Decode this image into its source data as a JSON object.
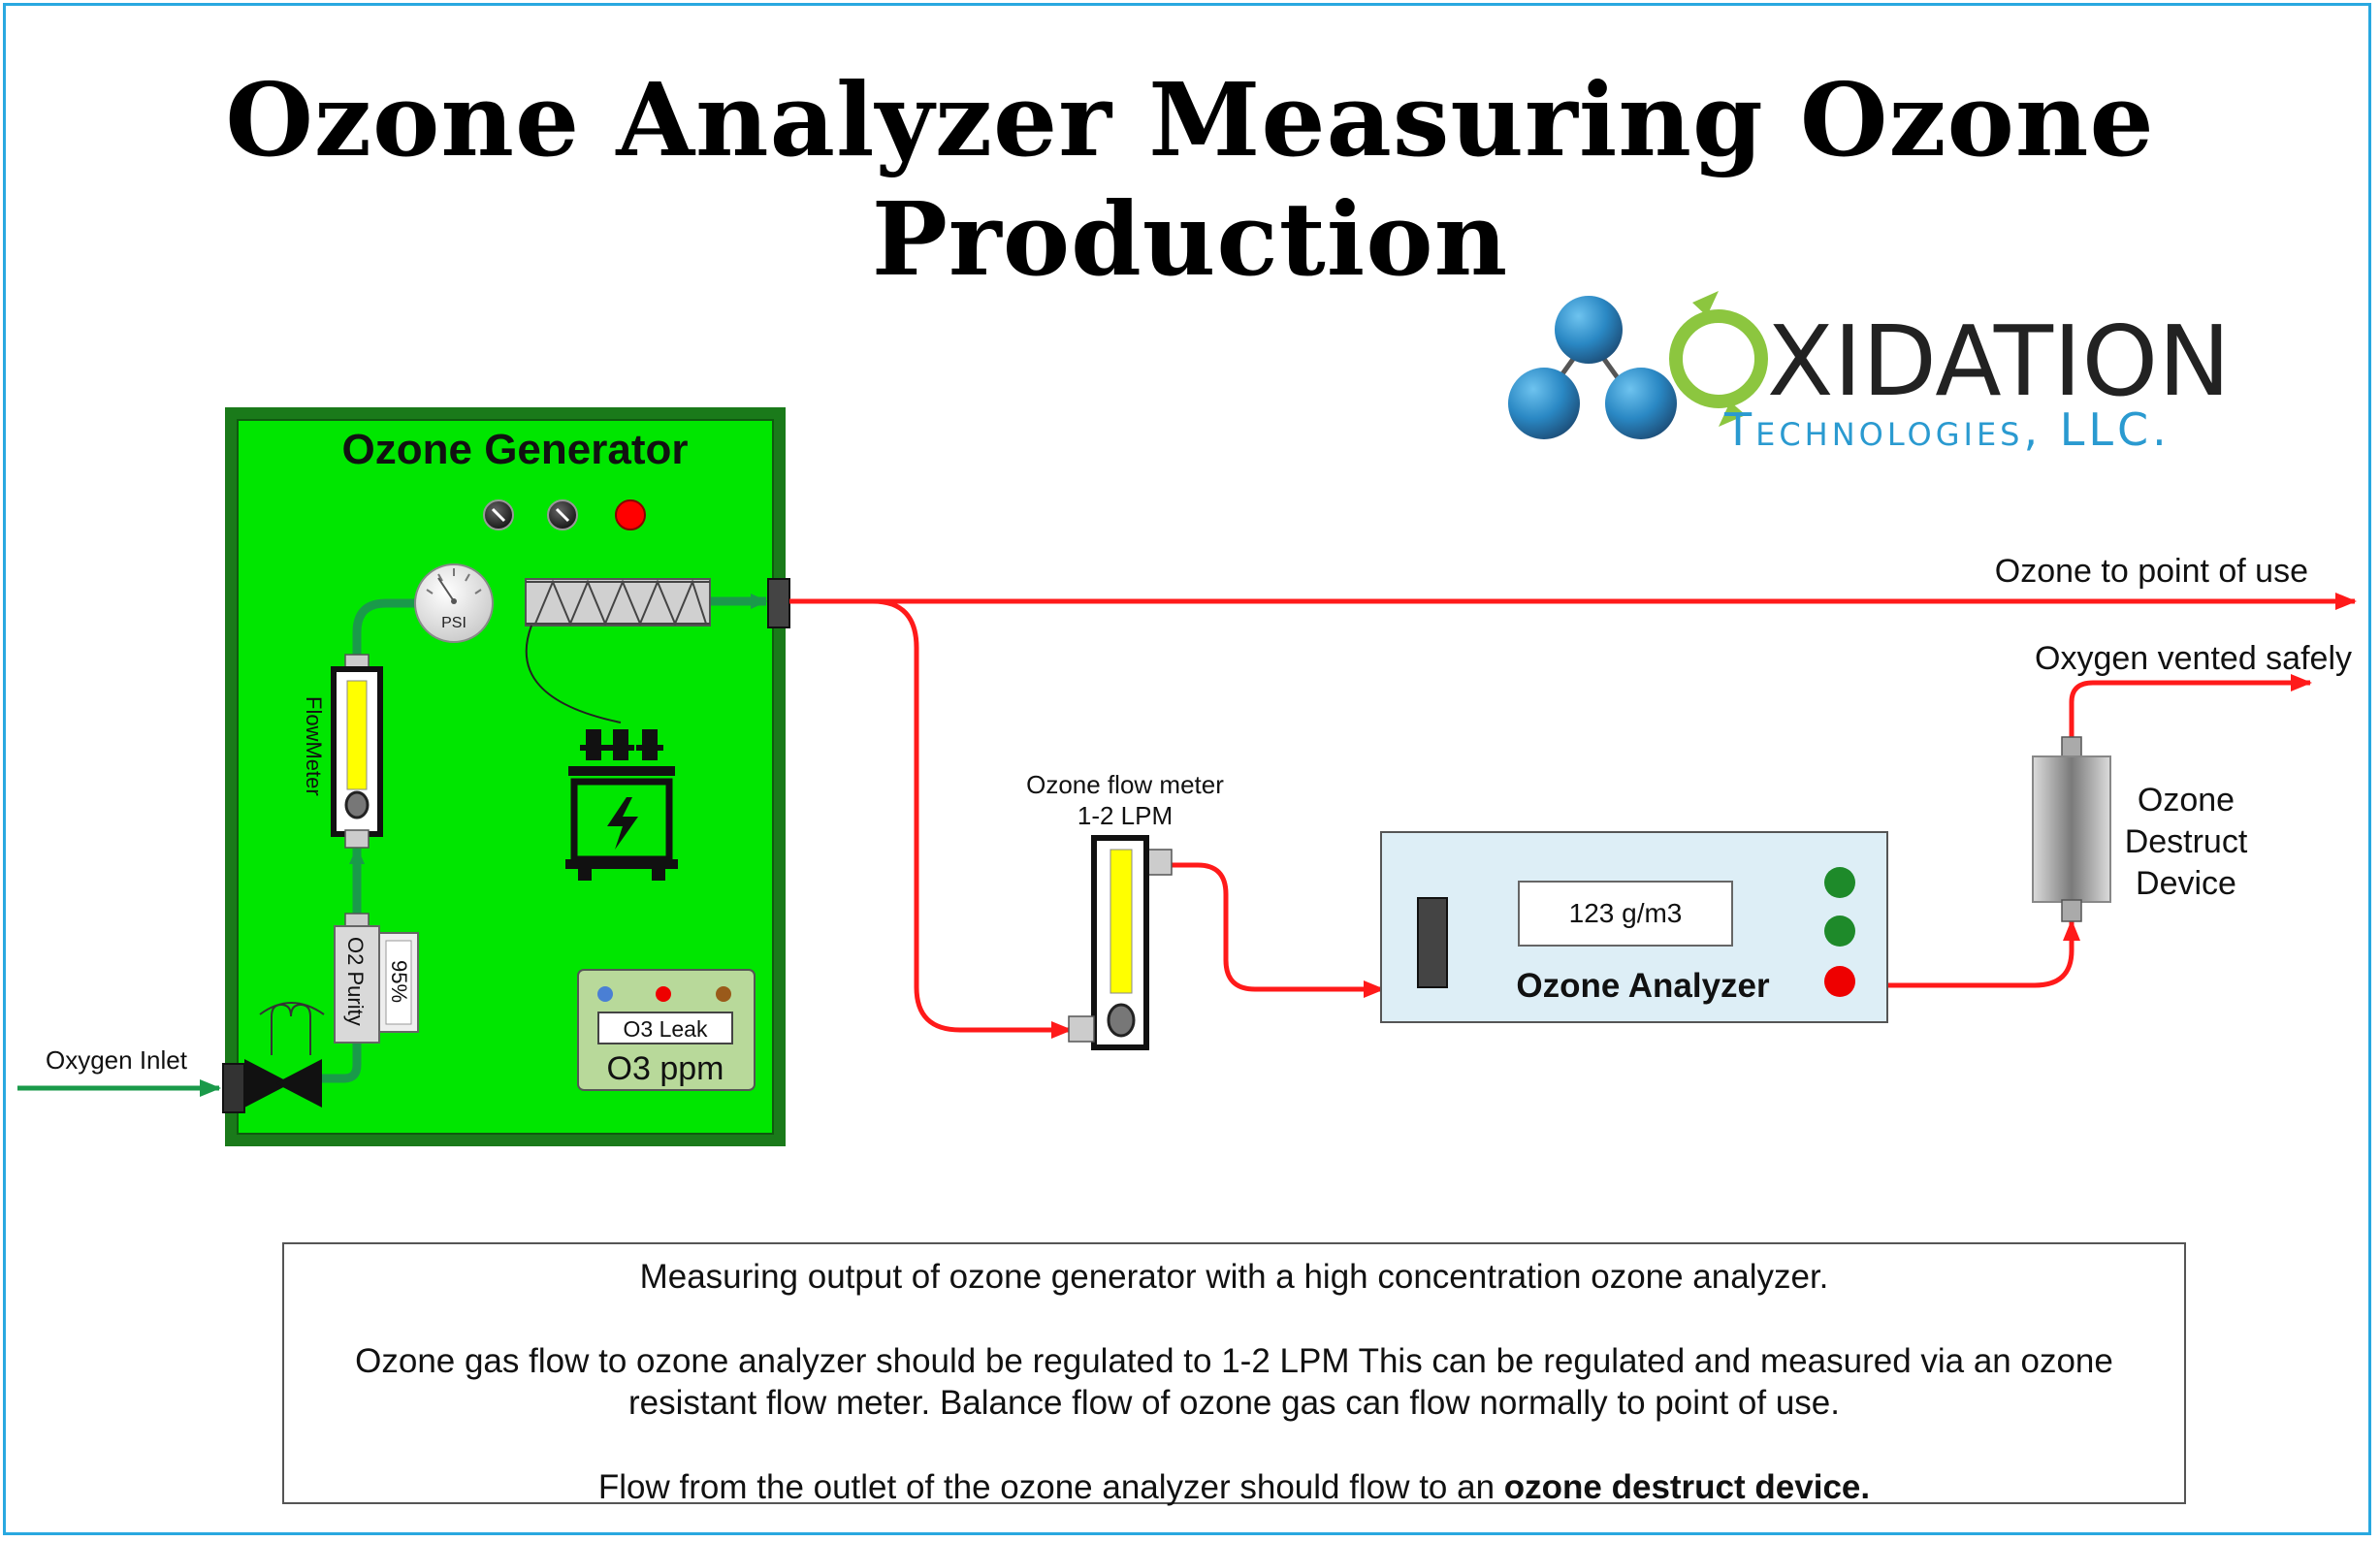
{
  "title": "Ozone Analyzer Measuring Ozone Production",
  "logo": {
    "name_first_letter": "O",
    "name_rest": "XIDATION",
    "tagline": "Technologies, LLC."
  },
  "generator": {
    "label": "Ozone Generator",
    "gauge_label": "PSI",
    "flowmeter_label": "FlowMeter",
    "purity_label": "O2 Purity",
    "purity_value": "95%",
    "monitor_leak_label": "O3 Leak",
    "monitor_ppm_label": "O3 ppm"
  },
  "labels": {
    "oxygen_inlet": "Oxygen Inlet",
    "ozone_to_point_of_use": "Ozone to point of use",
    "oxygen_vented": "Oxygen vented safely",
    "flow_meter_line1": "Ozone flow meter",
    "flow_meter_line2": "1-2 LPM",
    "destruct_line1": "Ozone",
    "destruct_line2": "Destruct",
    "destruct_line3": "Device"
  },
  "analyzer": {
    "reading": "123 g/m3",
    "label": "Ozone Analyzer"
  },
  "info": {
    "line1": "Measuring output of ozone generator with a high concentration ozone analyzer.",
    "line2": "Ozone gas flow to ozone analyzer should be regulated to 1-2 LPM  This can be regulated and measured via an ozone",
    "line3": "resistant flow meter.  Balance flow of ozone gas can flow normally to point of use.",
    "line4_prefix": "Flow from the outlet of the ozone analyzer should flow to an ",
    "line4_bold": "ozone destruct device."
  },
  "colors": {
    "frame": "#29a8e0",
    "generator_fill": "#00e600",
    "generator_border": "#1a7a1a",
    "oxygen_line": "#1a9a4a",
    "ozone_line": "#ff1a1a",
    "analyzer_fill": "#ddeef6",
    "logo_green": "#8cc63f",
    "logo_blue": "#2a9ad0"
  }
}
